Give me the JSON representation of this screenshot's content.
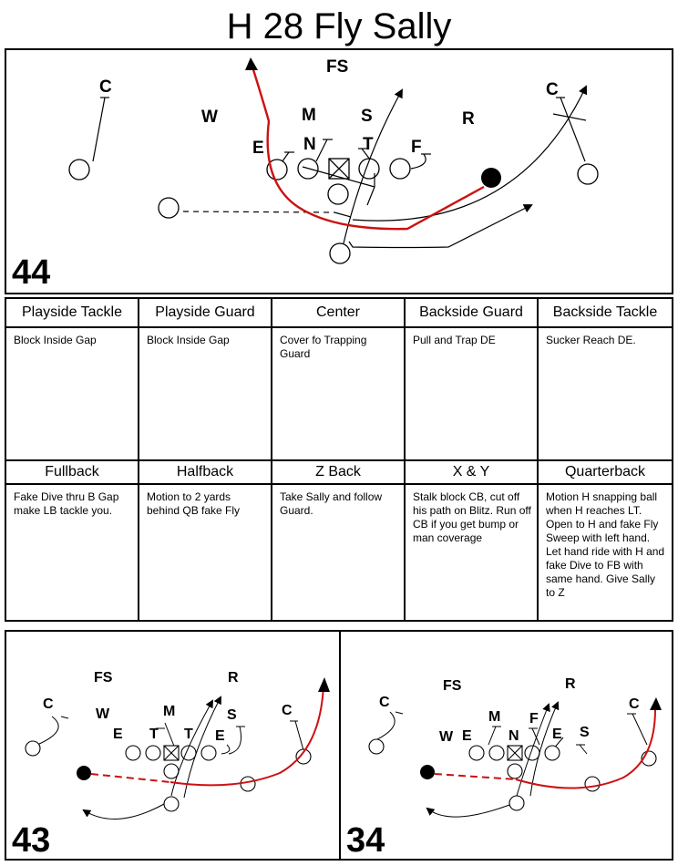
{
  "title": "H 28 Fly Sally",
  "diagram_44": {
    "number": "44",
    "labels": {
      "fs": "FS",
      "c_left": "C",
      "c_right": "C",
      "w": "W",
      "m": "M",
      "s": "S",
      "r": "R",
      "e": "E",
      "n": "N",
      "t": "T",
      "f": "F"
    }
  },
  "assignments": [
    {
      "position": "Playside Tackle",
      "text": "Block Inside Gap"
    },
    {
      "position": "Playside Guard",
      "text": "Block Inside Gap"
    },
    {
      "position": "Center",
      "text": "Cover fo Trapping Guard"
    },
    {
      "position": "Backside Guard",
      "text": "Pull and Trap DE"
    },
    {
      "position": "Backside Tackle",
      "text": "Sucker Reach DE."
    },
    {
      "position": "Fullback",
      "text": "Fake Dive thru B Gap make LB tackle you."
    },
    {
      "position": "Halfback",
      "text": "Motion to 2 yards behind QB fake Fly"
    },
    {
      "position": "Z Back",
      "text": "Take Sally and follow Guard."
    },
    {
      "position": "X & Y",
      "text": "Stalk block CB, cut off his path on Blitz. Run off CB if you get bump or man coverage"
    },
    {
      "position": "Quarterback",
      "text": "Motion H snapping ball when H reaches LT. Open to H and fake Fly Sweep with left hand. Let hand ride with H and fake Dive to FB with same hand.  Give Sally to Z"
    }
  ],
  "diagram_43": {
    "number": "43",
    "labels": {
      "fs": "FS",
      "r": "R",
      "c_left": "C",
      "c_right": "C",
      "w": "W",
      "m": "M",
      "s": "S",
      "e_left": "E",
      "t_left": "T",
      "t_right": "T",
      "e_right": "E"
    }
  },
  "diagram_34": {
    "number": "34",
    "labels": {
      "fs": "FS",
      "r": "R",
      "c_left": "C",
      "c_right": "C",
      "m": "M",
      "f": "F",
      "w": "W",
      "e_left": "E",
      "n": "N",
      "e_right": "E",
      "s": "S"
    }
  },
  "colors": {
    "run_path": "#cc1111",
    "ink": "#000000"
  }
}
